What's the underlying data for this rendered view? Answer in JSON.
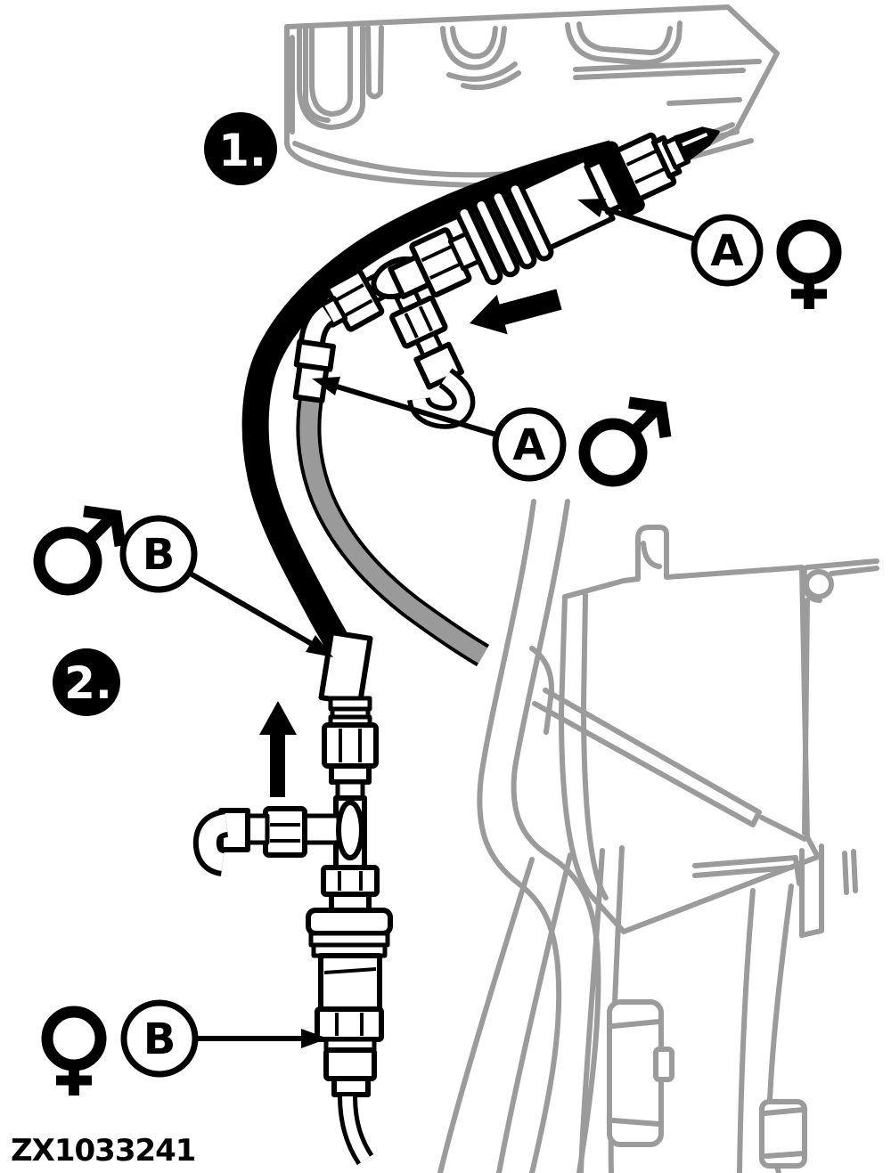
{
  "diagram": {
    "figure_code": "ZX1033241",
    "steps": [
      {
        "label": "1."
      },
      {
        "label": "2."
      }
    ],
    "callouts": {
      "a_upper": {
        "label": "A",
        "gender_symbol": "female"
      },
      "a_lower": {
        "label": "A",
        "gender_symbol": "male"
      },
      "b_upper": {
        "label": "B",
        "gender_symbol": "male"
      },
      "b_lower": {
        "label": "B",
        "gender_symbol": "female"
      }
    },
    "colors": {
      "ink": "#000000",
      "hose_gray": "#9a9a9a",
      "background_line_gray": "#9b9b9b",
      "paper": "#ffffff"
    }
  }
}
